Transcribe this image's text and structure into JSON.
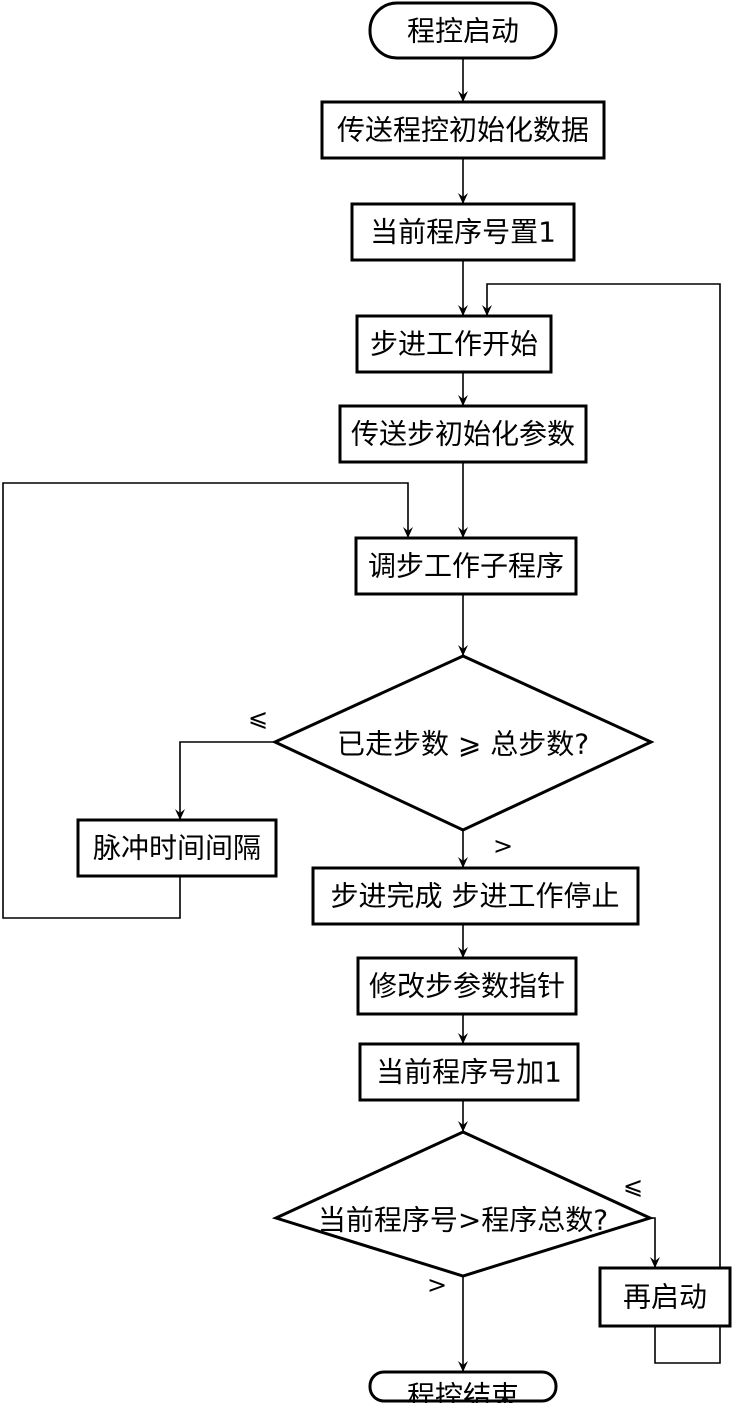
{
  "nodes": {
    "start": "程控启动",
    "send_init": "传送程控初始化数据",
    "set_prog1": "当前程序号置1",
    "step_begin": "步进工作开始",
    "send_step_params": "传送步初始化参数",
    "call_step_sub": "调步工作子程序",
    "decision_steps": "已走步数 ⩾ 总步数?",
    "pulse_interval": "脉冲时间间隔",
    "step_done": "步进完成 步进工作停止",
    "modify_pointer": "修改步参数指针",
    "prog_plus1": "当前程序号加1",
    "decision_prog": "当前程序号>程序总数?",
    "restart": "再启动",
    "end": "程控结束"
  },
  "labels": {
    "steps_le": "⩽",
    "steps_gt": ">",
    "prog_le": "⩽",
    "prog_gt": ">"
  }
}
